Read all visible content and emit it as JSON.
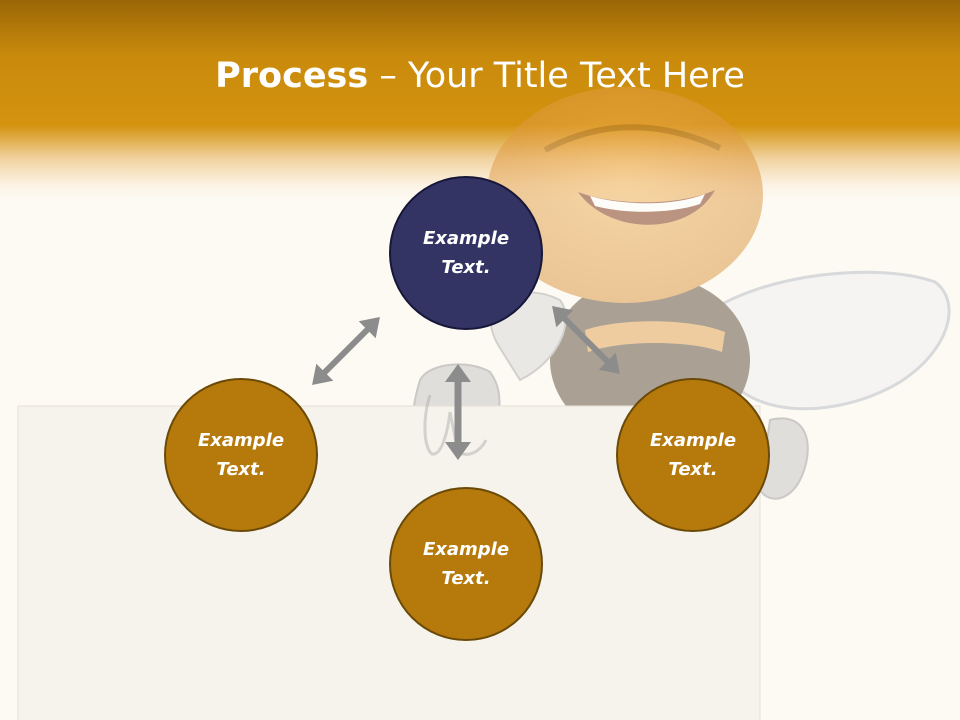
{
  "slide": {
    "title_bold": "Process",
    "title_rest": " – Your Title Text Here"
  },
  "nodes": {
    "top": {
      "line1": "Example",
      "line2": "Text."
    },
    "left": {
      "line1": "Example",
      "line2": "Text."
    },
    "bottom": {
      "line1": "Example",
      "line2": "Text."
    },
    "right": {
      "line1": "Example",
      "line2": "Text."
    }
  },
  "colors": {
    "header": "#d4930f",
    "node_top": "#343464",
    "node_other": "#b67a0c",
    "arrows": "#8c8c8c"
  }
}
